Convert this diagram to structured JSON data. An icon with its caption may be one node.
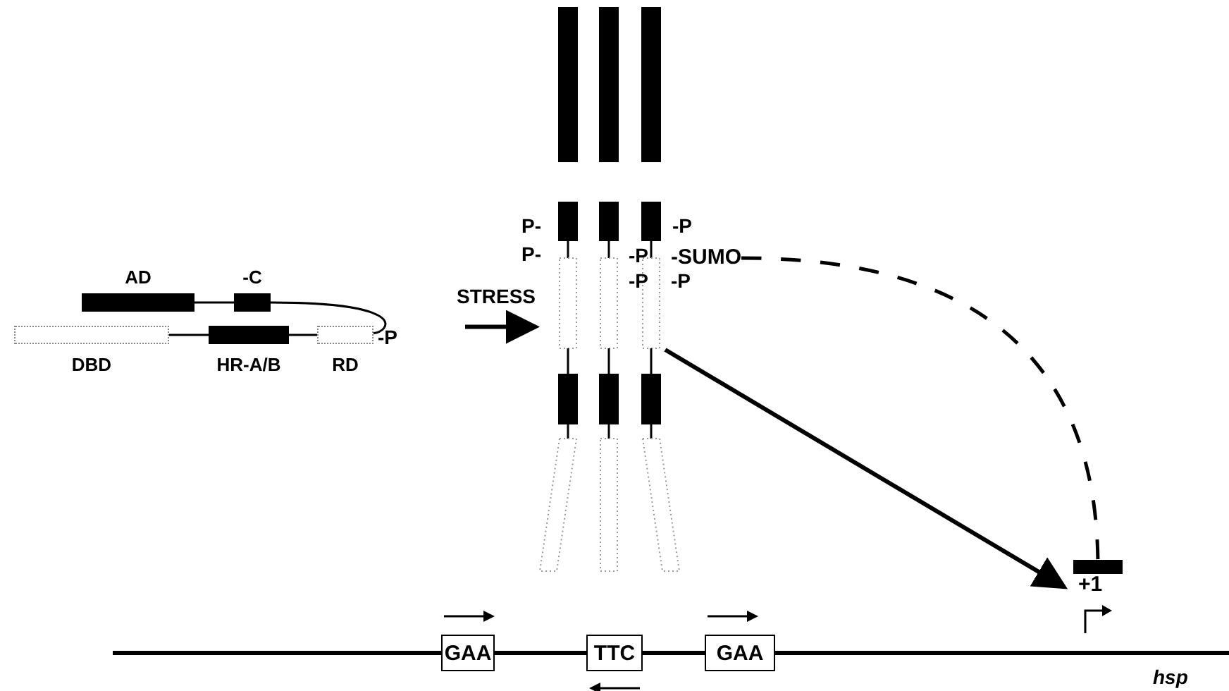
{
  "diagram": {
    "nodes": [
      {
        "text": [
          "AD"
        ]
      },
      {
        "text": [
          "-C"
        ]
      },
      {
        "text": [
          "DBD"
        ]
      },
      {
        "text": [
          "HR-A/B"
        ]
      },
      {
        "text": [
          "RD"
        ]
      },
      {
        "text": [],
        "shape": "picture"
      },
      {
        "text": [
          "-SUMO"
        ]
      },
      {
        "text": [
          "+1"
        ]
      },
      {
        "text": [
          "GAA"
        ]
      },
      {
        "text": [
          "TTC"
        ]
      },
      {
        "text": [
          "GAA"
        ]
      }
    ],
    "edges": [
      {
        "from": null,
        "to": 5,
        "arrow": "to",
        "label": "STRESS",
        "style": "thick"
      },
      {
        "from": 6,
        "to": 7,
        "arrow": "other",
        "style": "dashed"
      },
      {
        "from": 5,
        "to": 7,
        "arrow": "to",
        "style": "thick"
      },
      {
        "from": 0,
        "to": 1,
        "arrow": "none"
      },
      {
        "from": 1,
        "to": 4,
        "arrow": "none"
      },
      {
        "from": 2,
        "to": 3,
        "arrow": "none"
      },
      {
        "from": 3,
        "to": 4,
        "arrow": "none"
      }
    ],
    "labels": [
      "-P",
      "P-",
      "-P",
      "P-",
      "-P",
      "-P",
      "-P",
      "hsp"
    ]
  }
}
